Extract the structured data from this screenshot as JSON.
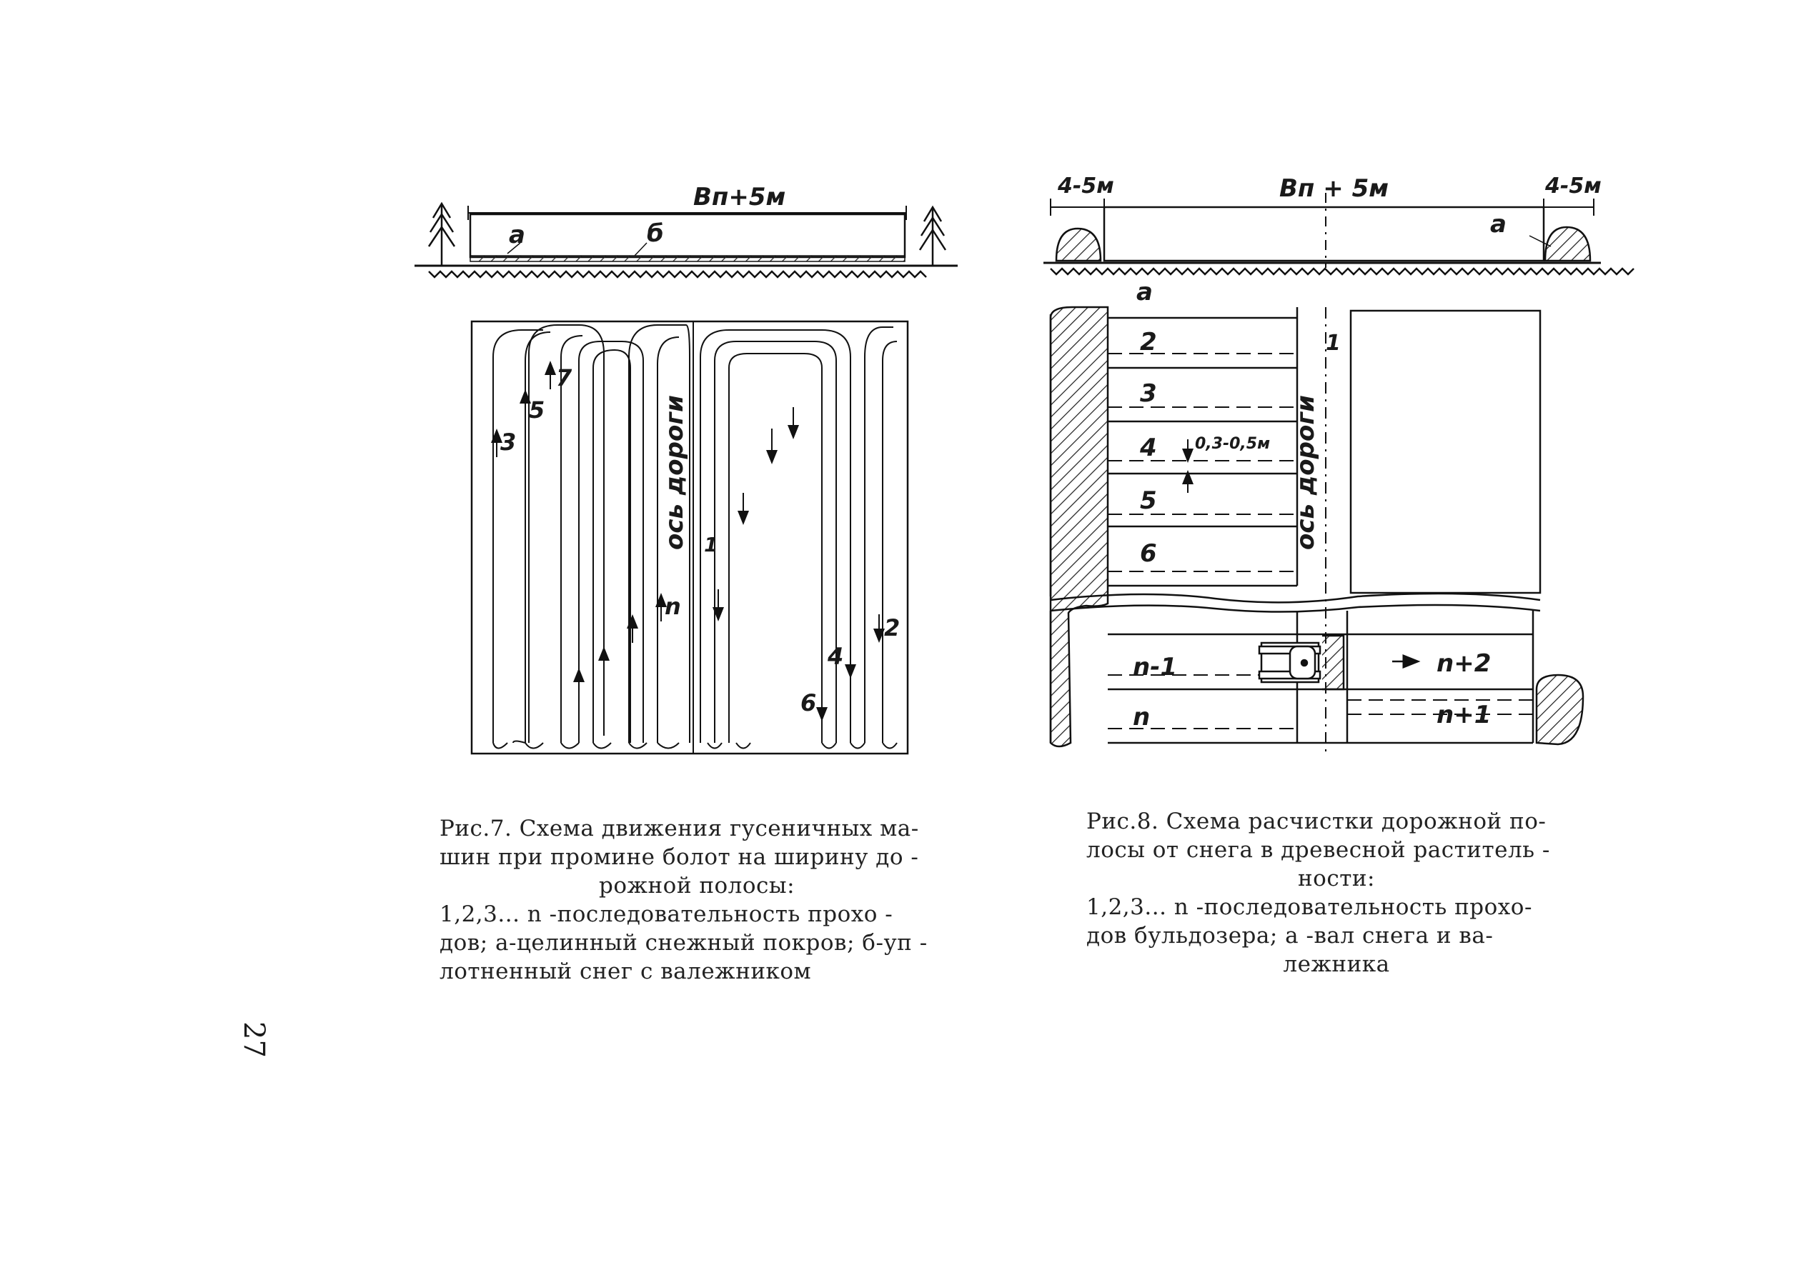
{
  "page_number": "27",
  "figure7": {
    "width_label": "Bп+5м",
    "label_a": "а",
    "label_b": "б",
    "axis_label": "ось дороги",
    "axis_number": "1",
    "pass_labels": [
      "3",
      "5",
      "7",
      "n",
      "2",
      "4",
      "6"
    ],
    "caption_lines": [
      "Рис.7. Схема движения гусеничных ма-",
      "шин при промине болот на ширину до -",
      "рожной полосы:",
      "1,2,3... n -последовательность прохо -",
      "дов; а-целинный снежный покров; б-уп -",
      "лотненный снег с валежником"
    ]
  },
  "figure8": {
    "left_width_label": "4-5м",
    "width_label": "Bп + 5м",
    "right_width_label": "4-5м",
    "label_a_top": "а",
    "label_a_plan": "а",
    "axis_label": "ось дороги",
    "axis_number": "1",
    "row_labels": [
      "2",
      "3",
      "4",
      "5",
      "6",
      "n-1",
      "n"
    ],
    "right_labels": [
      "n+2",
      "n+1"
    ],
    "gap_label": "0,3-0,5м",
    "caption_lines": [
      "Рис.8. Схема расчистки дорожной по-",
      "лосы от снега в древесной раститель -",
      "ности:",
      "1,2,3... n -последовательность прохо-",
      "дов бульдозера; а -вал снега и ва-",
      "лежника"
    ]
  }
}
